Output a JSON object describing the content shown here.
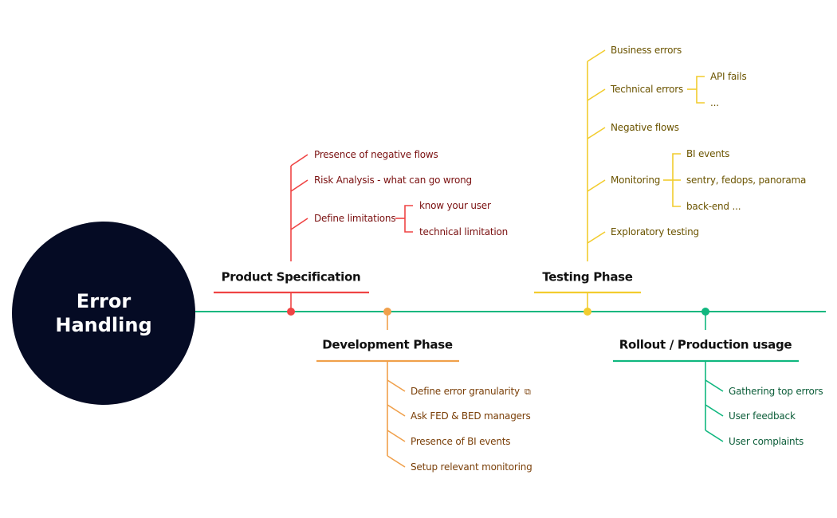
{
  "center": {
    "line1": "Error",
    "line2": "Handling"
  },
  "colors": {
    "red": "#ef4444",
    "orange": "#f0a04b",
    "yellow": "#f2cc2e",
    "green": "#10b77f",
    "center": "#050b24"
  },
  "phases": {
    "product": {
      "title": "Product Specification",
      "items": [
        "Presence of negative flows",
        "Risk Analysis - what can go wrong",
        "Define limitations"
      ],
      "limitations": [
        "know your user",
        "technical limitation"
      ]
    },
    "development": {
      "title": "Development Phase",
      "items": [
        "Define error granularity",
        "Ask FED & BED managers",
        "Presence of BI events",
        "Setup relevant monitoring"
      ],
      "link_icon": "external-link-icon"
    },
    "testing": {
      "title": "Testing Phase",
      "items": [
        "Business errors",
        "Technical errors",
        "Negative flows",
        "Monitoring",
        "Exploratory testing"
      ],
      "technical": [
        "API fails",
        "..."
      ],
      "monitoring": [
        "BI events",
        "sentry, fedops, panorama",
        "back-end ..."
      ]
    },
    "rollout": {
      "title": "Rollout / Production usage",
      "items": [
        "Gathering top errors",
        "User feedback",
        "User complaints"
      ]
    }
  }
}
